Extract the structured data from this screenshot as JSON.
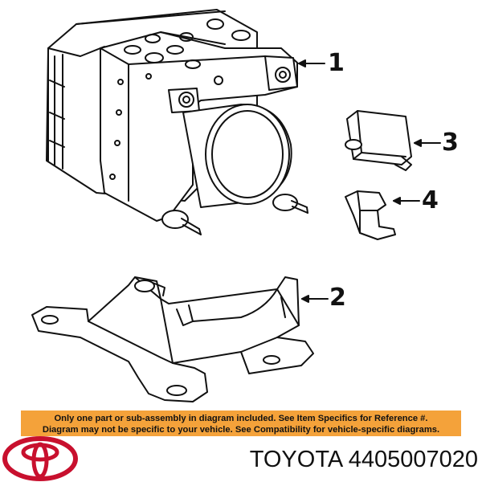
{
  "callouts": [
    "1",
    "2",
    "3",
    "4"
  ],
  "notice": {
    "line1": "Only one part or sub-assembly in diagram included. See Item Specifics for Reference #.",
    "line2": "Diagram may not be specific to your vehicle. See Compatibility for vehicle-specific diagrams."
  },
  "brand": "TOYOTA",
  "part_number": "4405007020",
  "logo_icon": "toyota-logo-icon",
  "colors": {
    "notice_bg": "#f4a23a",
    "logo": "#c8102e",
    "ink": "#111111"
  }
}
